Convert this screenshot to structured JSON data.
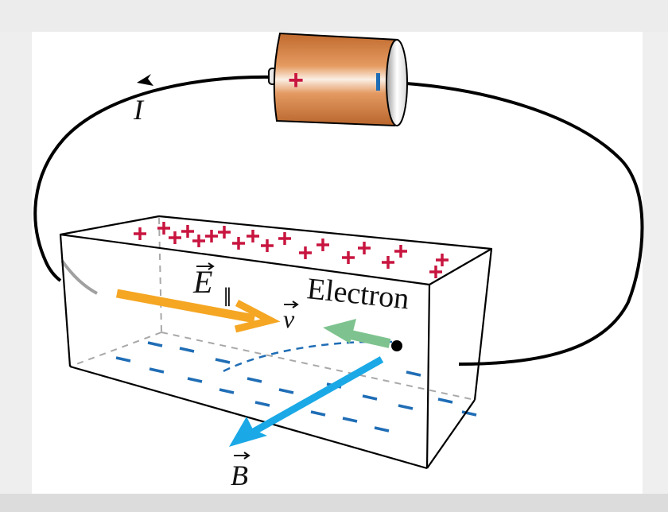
{
  "figure": {
    "title": "Electron moving in a current-carrying conductor with magnetic field",
    "labels": {
      "current": "I",
      "electric_field": "E",
      "electric_field_subscript": "∥",
      "velocity": "v",
      "magnetic_field": "B",
      "electron": "Electron"
    },
    "battery": {
      "positive_terminal": "+",
      "negative_terminal": "−"
    },
    "surface_charges": {
      "top": "+",
      "bottom": "−"
    },
    "colors": {
      "background": "#dcdcdc",
      "panel": "#ffffff",
      "battery_body": "#d07f45",
      "positive_charge": "#c8153f",
      "negative_charge": "#1f6db5",
      "electric_field_arrow": "#f5a623",
      "velocity_arrow": "#7ec38f",
      "magnetic_field_arrow": "#1aa9e6",
      "wire": "#000000",
      "hidden_edge": "#a8a8a8"
    }
  }
}
